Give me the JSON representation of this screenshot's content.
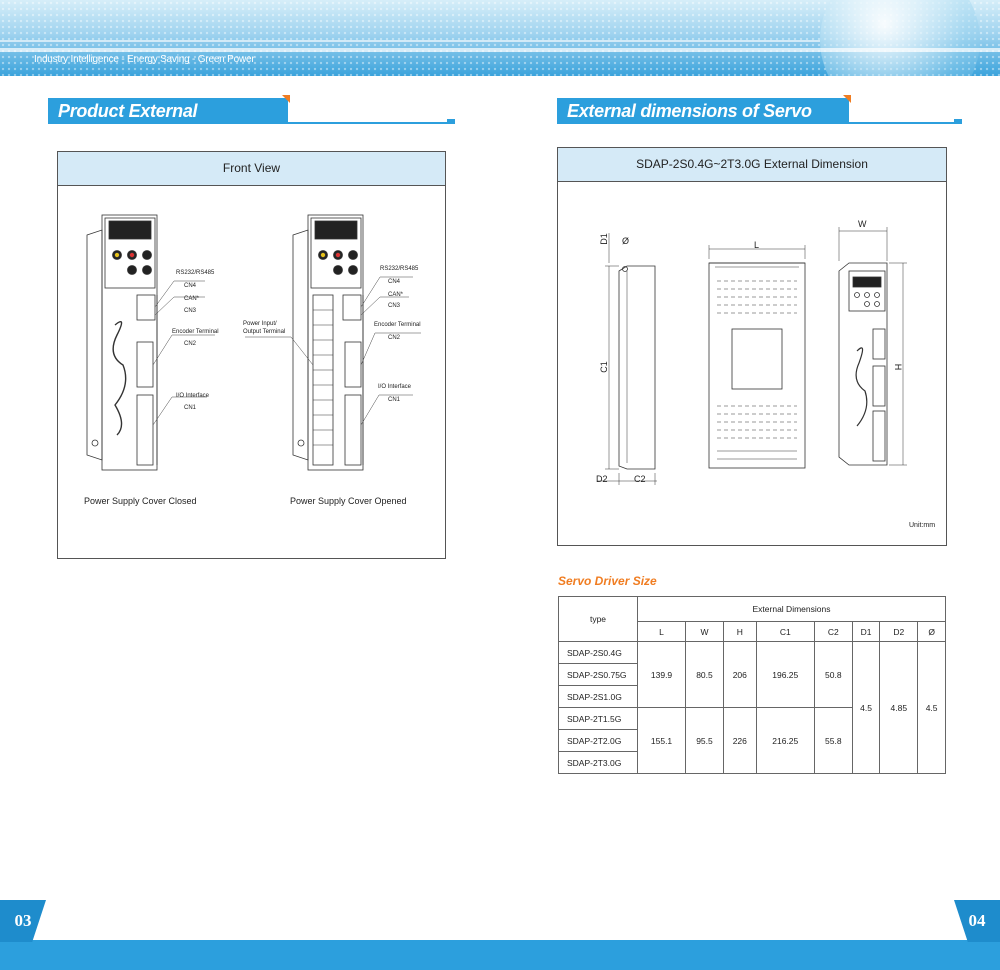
{
  "header": {
    "tagline": "Industry Intelligence - Energy Saving - Green Power",
    "right_text": ""
  },
  "left": {
    "section_title": "Product External Description",
    "panel_title": "Front View",
    "closed": {
      "labels": [
        "RS232/RS485",
        "CN4",
        "CAN*",
        "CN3",
        "Encoder Terminal",
        "CN2",
        "I/O Interface",
        "CN1"
      ],
      "caption": "Power Supply Cover Closed"
    },
    "opened": {
      "power_label_line1": "Power Input/",
      "power_label_line2": "Output Terminal",
      "labels": [
        "RS232/RS485",
        "CN4",
        "CAN*",
        "CN3",
        "Encoder Terminal",
        "CN2",
        "I/O Interface",
        "CN1"
      ],
      "caption": "Power Supply Cover Opened"
    }
  },
  "right": {
    "section_title": "External dimensions of Servo Driver",
    "panel_title": "SDAP-2S0.4G~2T3.0G External Dimension",
    "dims": {
      "D1": "D1",
      "C1": "C1",
      "D2": "D2",
      "C2": "C2",
      "L": "L",
      "W": "W",
      "H": "H",
      "phi": "Ø"
    },
    "unit": "Unit:mm",
    "size_title": "Servo Driver Size",
    "table": {
      "type_header": "type",
      "group_header": "External Dimensions",
      "columns": [
        "L",
        "W",
        "H",
        "C1",
        "C2",
        "D1",
        "D2",
        "Ø"
      ],
      "models": [
        "SDAP-2S0.4G",
        "SDAP-2S0.75G",
        "SDAP-2S1.0G",
        "SDAP-2T1.5G",
        "SDAP-2T2.0G",
        "SDAP-2T3.0G"
      ],
      "group1": {
        "L": "139.9",
        "W": "80.5",
        "H": "206",
        "C1": "196.25",
        "C2": "50.8"
      },
      "group2": {
        "L": "155.1",
        "W": "95.5",
        "H": "226",
        "C1": "216.25",
        "C2": "55.8"
      },
      "shared": {
        "D1": "4.5",
        "D2": "4.85",
        "phi": "4.5"
      }
    }
  },
  "footer": {
    "page_left": "03",
    "page_right": "04"
  },
  "colors": {
    "accent_blue": "#2c9fdd",
    "accent_orange": "#f07d22",
    "panel_header": "#d5eaf7"
  }
}
